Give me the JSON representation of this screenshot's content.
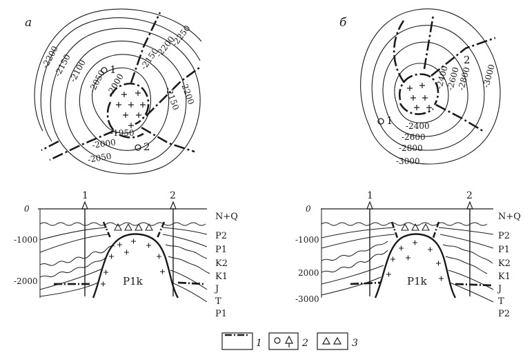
{
  "panel_a": {
    "letter": "а",
    "map_contours": [
      "-1950",
      "-2000",
      "-2050",
      "-2100",
      "-2150",
      "-2200",
      "-2250",
      "-2150",
      "-2200",
      "-2000",
      "-2050",
      "-2150",
      "-2200"
    ],
    "well_1": "1",
    "well_2": "2",
    "section": {
      "depth_ticks": [
        "0",
        "-1000",
        "-2000"
      ],
      "well_1_label": "1",
      "well_2_label": "2",
      "strata": [
        "N+Q",
        "P2",
        "P1",
        "K2",
        "K1",
        "J",
        "T",
        "P1"
      ],
      "dome_label": "P1k"
    }
  },
  "panel_b": {
    "letter": "б",
    "map_contours": [
      "-2400",
      "-2600",
      "-2800",
      "-3000",
      "-2400",
      "-2600",
      "-2800",
      "-3000"
    ],
    "well_1": "1",
    "well_2": "2",
    "section": {
      "depth_ticks": [
        "0",
        "-1000",
        "2000",
        "-3000"
      ],
      "well_1_label": "1",
      "well_2_label": "2",
      "strata": [
        "N+Q",
        "P2",
        "P1",
        "K2",
        "K1",
        "J",
        "T",
        "P2"
      ],
      "dome_label": "P1k"
    }
  },
  "legend": {
    "item1": "1",
    "item2": "2",
    "item3": "3"
  }
}
